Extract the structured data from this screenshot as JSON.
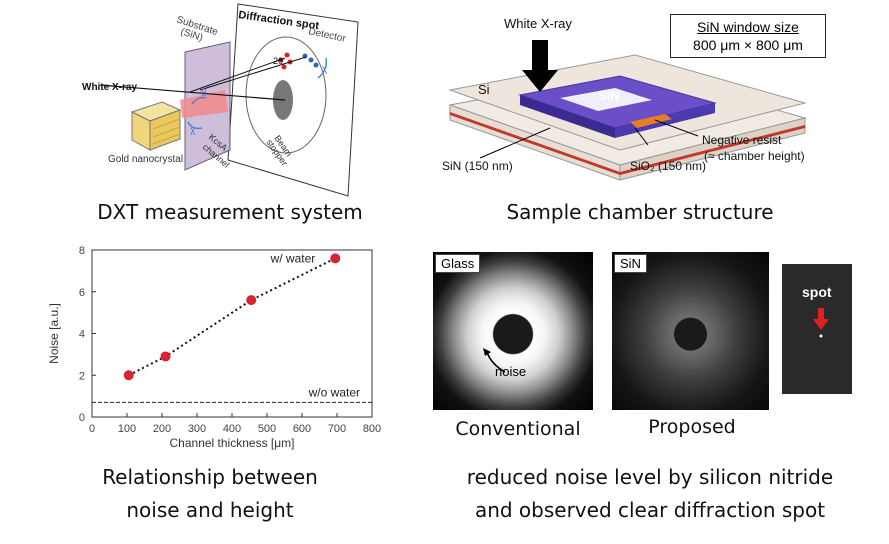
{
  "top_left": {
    "labels": {
      "substrate": "Substrate",
      "substrate_sub": "(SiN)",
      "diffraction_spot": "Diffraction spot",
      "detector": "Detector",
      "white_xray": "White X-ray",
      "theta": "θ",
      "two_theta": "2θ",
      "chi": "χ",
      "chi2": "χ",
      "kcsa": "KcsA",
      "channel": "channel",
      "beam": "Beam",
      "stopper": "stopper",
      "gold": "Gold nanocrystal"
    },
    "caption": "DXT measurement system"
  },
  "top_right": {
    "labels": {
      "white_xray": "White X-ray",
      "window_title": "SiN window size",
      "window_value": "800 μm × 800 μm",
      "si": "Si",
      "sin": "SiN",
      "neg_resist": "Negative resist",
      "chamber_height": "(≈ chamber height)",
      "sin_thick": "SiN (150 nm)",
      "sio2": "SiO₂ (150 nm)"
    },
    "caption": "Sample chamber structure"
  },
  "chart_data": {
    "type": "scatter",
    "xlabel": "Channel thickness [μm]",
    "ylabel": "Noise [a.u.]",
    "xlim": [
      0,
      800
    ],
    "ylim": [
      0,
      8
    ],
    "xticks": [
      0,
      100,
      200,
      300,
      400,
      500,
      600,
      700,
      800
    ],
    "yticks": [
      0,
      2,
      4,
      6,
      8
    ],
    "series": [
      {
        "name": "w/ water",
        "x": [
          105,
          210,
          455,
          695
        ],
        "y": [
          2.0,
          2.9,
          5.6,
          7.6
        ]
      }
    ],
    "reference_line": {
      "name": "w/o water",
      "y": 0.7
    },
    "grid": false
  },
  "bottom_left": {
    "caption_line1": "Relationship between",
    "caption_line2": "noise and height"
  },
  "bottom_right": {
    "glass_label": "Glass",
    "sin_label": "SiN",
    "noise_label": "noise",
    "spot_label": "spot",
    "conventional": "Conventional",
    "proposed": "Proposed",
    "caption_line1": "reduced noise level by silicon nitride",
    "caption_line2": "and observed clear diffraction spot"
  }
}
